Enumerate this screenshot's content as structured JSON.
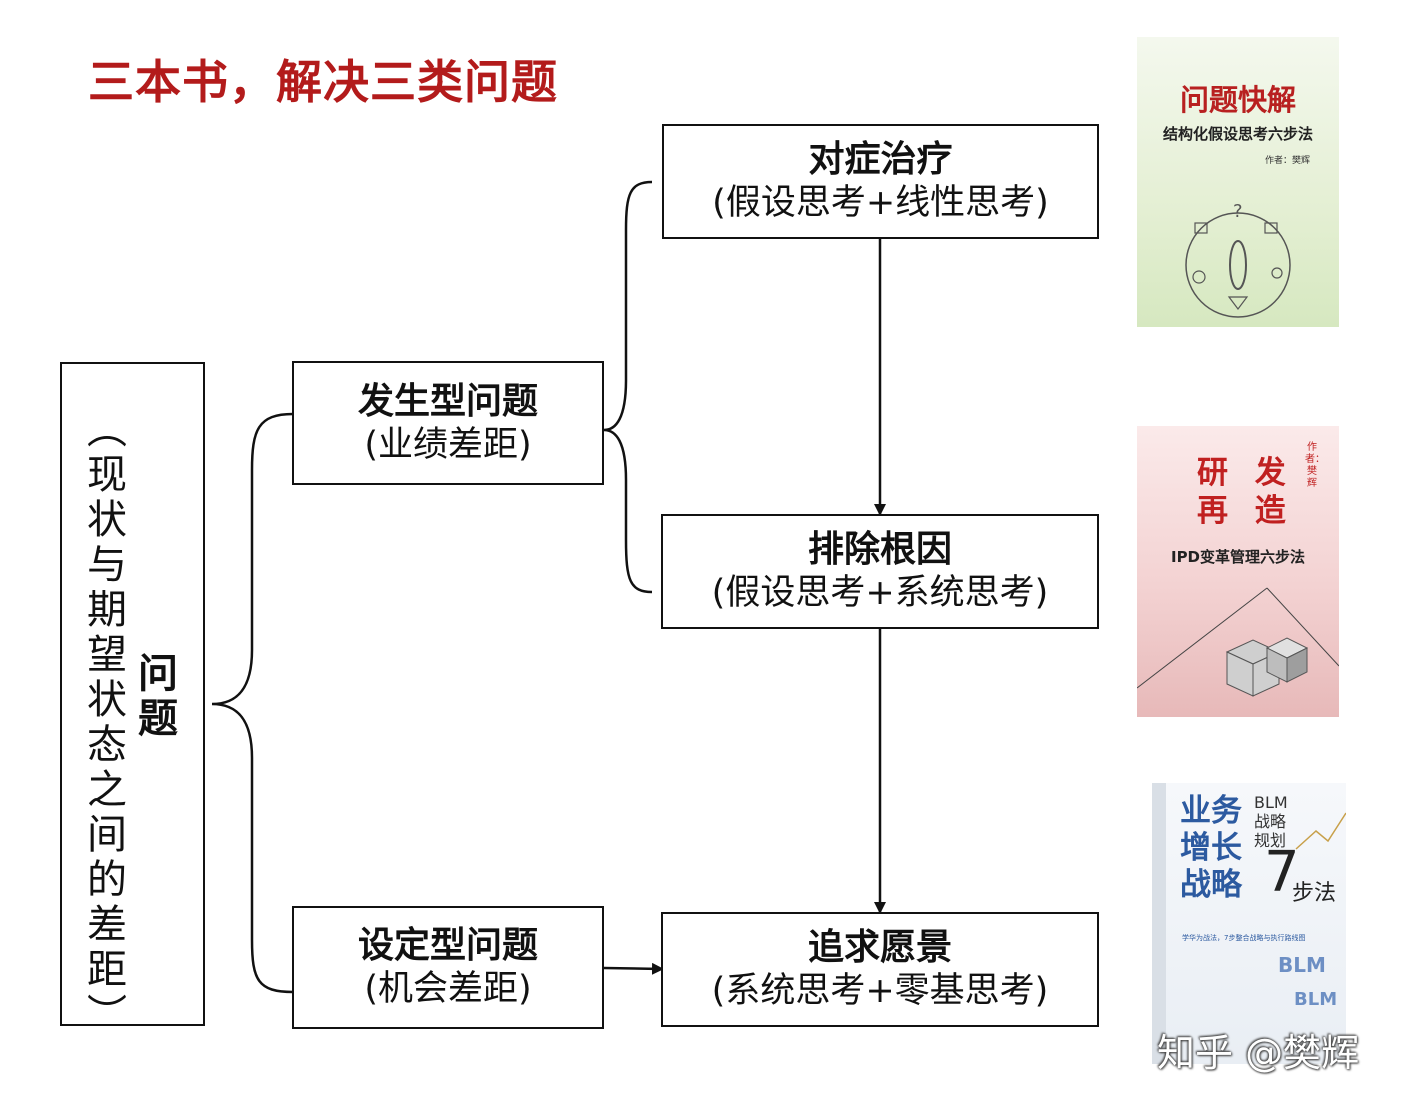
{
  "title": "三本书，解决三类问题",
  "root": {
    "label": "问题",
    "sublabel": "（现状与期望状态之间的差距）"
  },
  "branches": {
    "occurring": {
      "title": "发生型问题",
      "sub": "(业绩差距)"
    },
    "setting": {
      "title": "设定型问题",
      "sub": "(机会差距)"
    }
  },
  "steps": {
    "symptom": {
      "title": "对症治疗",
      "sub": "(假设思考+线性思考)"
    },
    "root_cause": {
      "title": "排除根因",
      "sub": "(假设思考+系统思考)"
    },
    "vision": {
      "title": "追求愿景",
      "sub": "(系统思考+零基思考)"
    }
  },
  "books": {
    "book1": {
      "title": "问题快解",
      "subtitle": "结构化假设思考六步法",
      "author": "作者：樊辉"
    },
    "book2": {
      "title_line1": "研 发",
      "title_line2": "再 造",
      "subtitle": "IPD变革管理六步法",
      "author": "作者：樊辉"
    },
    "book3": {
      "title_lines": [
        "业务",
        "增长",
        "战略"
      ],
      "blm_lines": [
        "BLM",
        "战略",
        "规划"
      ],
      "number": "7",
      "steps_word": "步法",
      "note": "学华为战法，7步整合战略与执行路线图",
      "blm_mark": "BLM"
    }
  },
  "watermark": "知乎 @樊辉",
  "colors": {
    "title": "#b31b1b",
    "line": "#111111"
  }
}
